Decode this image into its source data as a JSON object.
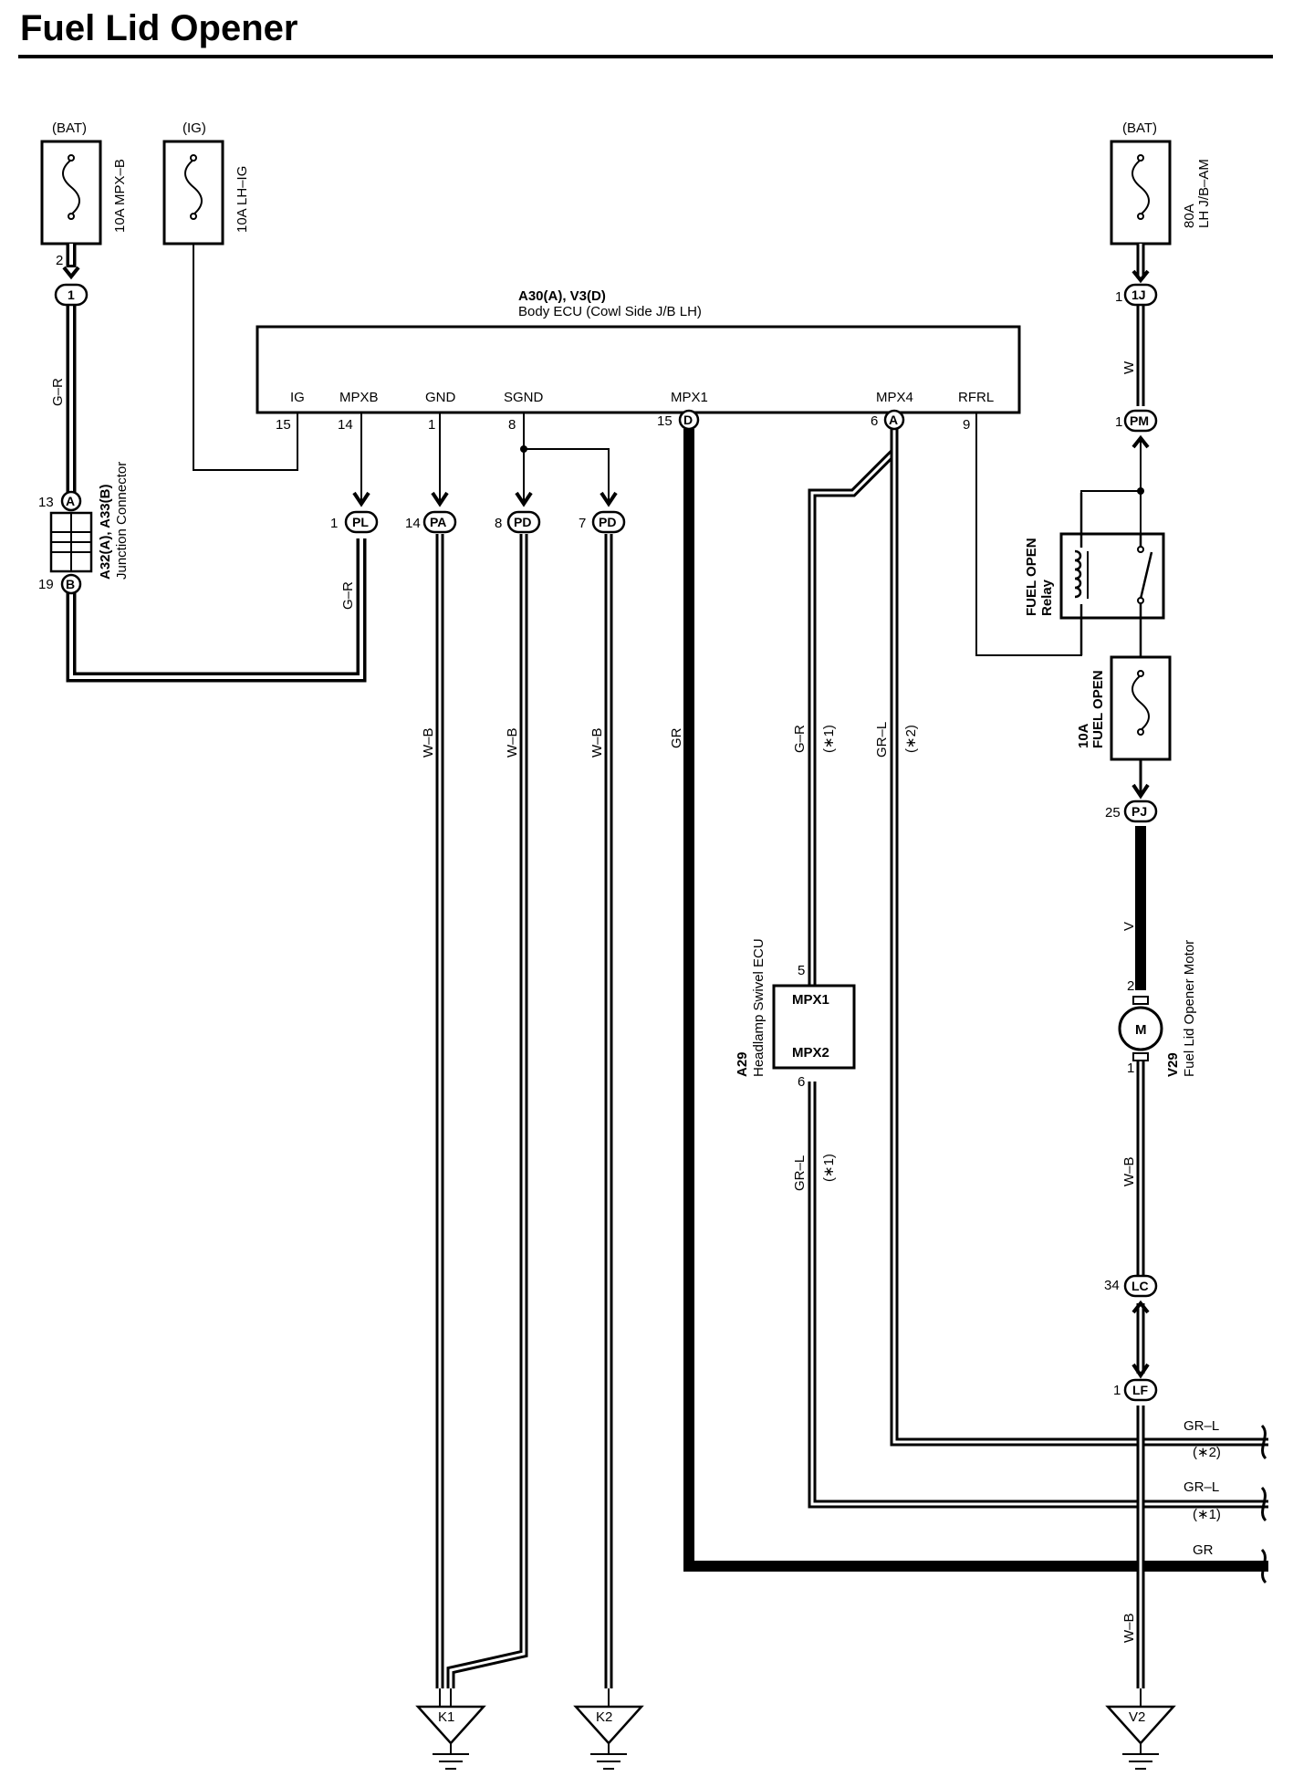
{
  "title": "Fuel Lid Opener",
  "fuses": [
    {
      "supply": "(BAT)",
      "label": "10A MPX–B",
      "pin": "2",
      "connector": "1"
    },
    {
      "supply": "(IG)",
      "label": "10A LH–IG"
    },
    {
      "supply": "(BAT)",
      "label_line1": "80A",
      "label_line2": "LH J/B–AM",
      "pin": "1",
      "connector": "1J"
    }
  ],
  "body_ecu": {
    "code": "A30(A), V3(D)",
    "name": "Body ECU (Cowl Side J/B LH)",
    "terminals": [
      {
        "name": "IG",
        "pin": "15",
        "conn": ""
      },
      {
        "name": "MPXB",
        "pin": "14",
        "conn": ""
      },
      {
        "name": "GND",
        "pin": "1",
        "conn": ""
      },
      {
        "name": "SGND",
        "pin": "8",
        "conn": ""
      },
      {
        "name": "MPX1",
        "pin": "15",
        "conn": "D"
      },
      {
        "name": "MPX4",
        "pin": "6",
        "conn": "A"
      },
      {
        "name": "RFRL",
        "pin": "9",
        "conn": ""
      }
    ]
  },
  "junction_connector": {
    "code": "A32(A), A33(B)",
    "name": "Junction Connector",
    "top": {
      "pin": "13",
      "conn": "A"
    },
    "bottom": {
      "pin": "19",
      "conn": "B"
    }
  },
  "connectors": [
    {
      "pin": "1",
      "conn": "PL"
    },
    {
      "pin": "14",
      "conn": "PA"
    },
    {
      "pin": "8",
      "conn": "PD"
    },
    {
      "pin": "7",
      "conn": "PD"
    },
    {
      "pin": "1",
      "conn": "PM"
    },
    {
      "pin": "25",
      "conn": "PJ"
    },
    {
      "pin": "34",
      "conn": "LC"
    },
    {
      "pin": "1",
      "conn": "LF"
    }
  ],
  "wire_labels": {
    "g_r": "G–R",
    "w": "W",
    "w_b": "W–B",
    "gr": "GR",
    "gr_l": "GR–L",
    "v": "V",
    "star1": "(∗1)",
    "star2": "(∗2)"
  },
  "relay": {
    "line1": "FUEL OPEN",
    "line2": "Relay"
  },
  "fuel_open_fuse": {
    "line1": "10A",
    "line2": "FUEL OPEN"
  },
  "headlamp_ecu": {
    "code": "A29",
    "name": "Headlamp Swivel ECU",
    "pins": [
      {
        "pin": "5",
        "name": "MPX1"
      },
      {
        "pin": "6",
        "name": "MPX2"
      }
    ]
  },
  "motor": {
    "code": "V29",
    "name": "Fuel Lid Opener Motor",
    "symbol": "M",
    "pin_top": "2",
    "pin_bottom": "1"
  },
  "grounds": [
    "K1",
    "K2",
    "V2"
  ]
}
